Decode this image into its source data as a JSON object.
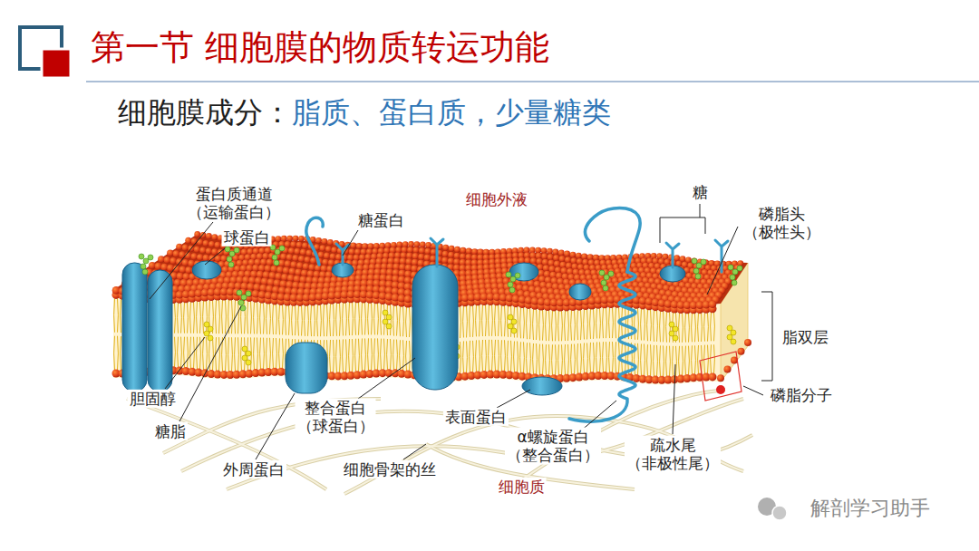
{
  "diagram": {
    "title": "第一节 细胞膜的物质转运功能",
    "labels": [
      "细胞膜成分：",
      "脂质、蛋白质，少量糖类",
      "蛋白质通道 （运输蛋白）",
      "球蛋白",
      "糖蛋白",
      "细胞外液",
      "糖",
      "磷脂头 （极性头）",
      "脂双层",
      "磷脂分子",
      "胆固醇",
      "糖脂",
      "整合蛋白 （球蛋白）",
      "表面蛋白",
      "α螺旋蛋白 （整合蛋白）",
      "疏水尾 （非极性尾）",
      "外周蛋白",
      "细胞骨架的丝",
      "细胞质",
      "解剖学习助手"
    ]
  }
}
